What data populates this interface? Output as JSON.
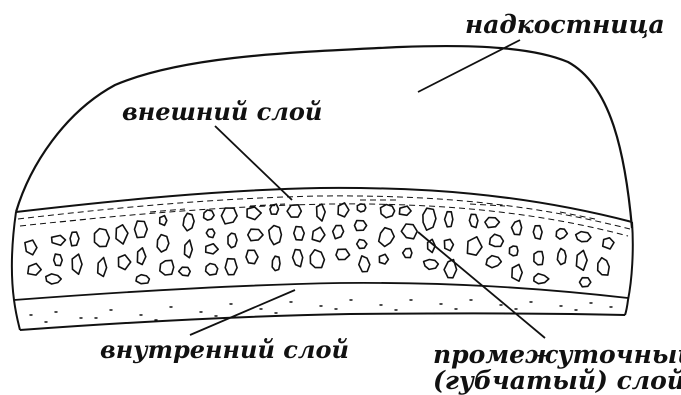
{
  "labels": {
    "periosteum": "надкостница",
    "outer_layer": "внешний слой",
    "inner_layer": "внутренний слой",
    "middle_layer_line1": "промежуточный",
    "middle_layer_line2": "(губчатый) слой"
  },
  "colors": {
    "ink": "#111111",
    "background": "#ffffff"
  }
}
